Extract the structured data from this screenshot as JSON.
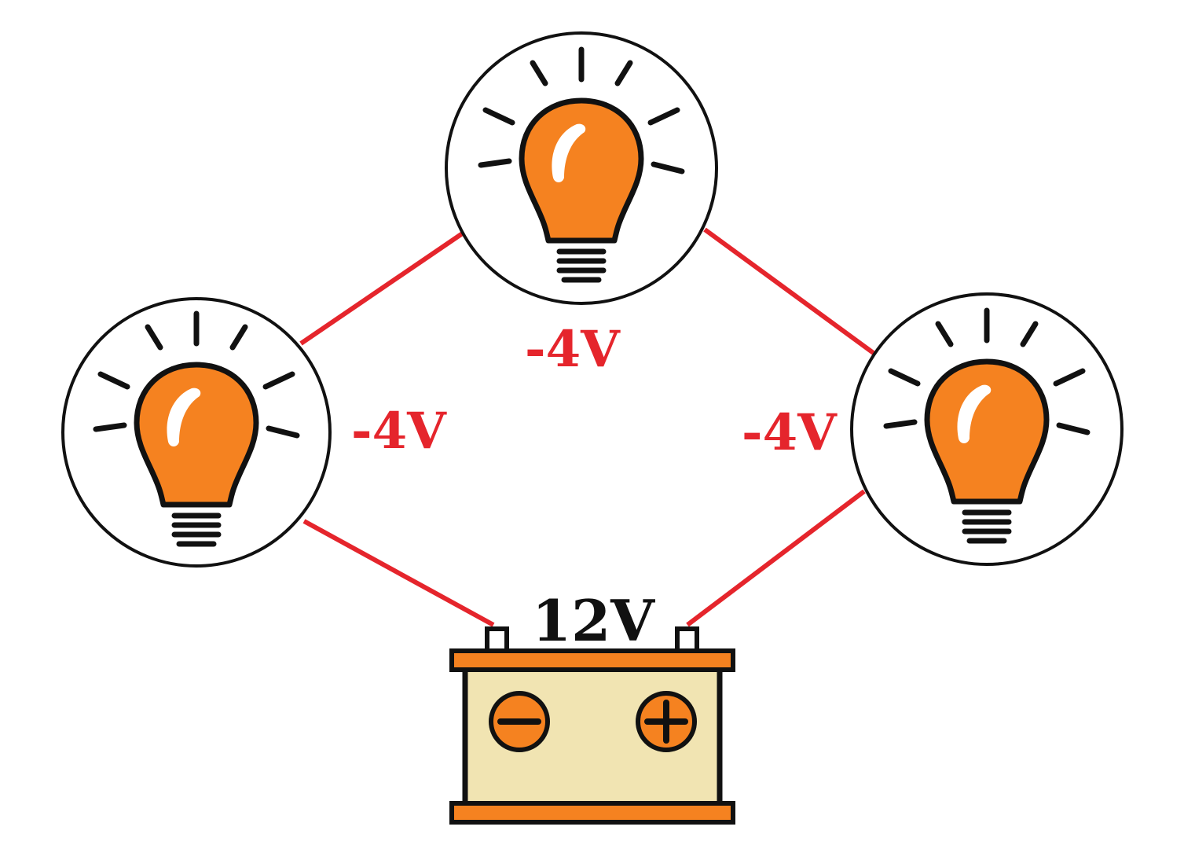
{
  "colors": {
    "wire": "#e5252c",
    "bulb": "#f58220",
    "battery_body": "#f1e4b2",
    "battery_accent": "#f58220",
    "outline": "#111111",
    "voltage_text": "#e5252c",
    "battery_text": "#111111"
  },
  "bulbs": [
    {
      "id": "left",
      "voltage": "-4V"
    },
    {
      "id": "top",
      "voltage": "-4V"
    },
    {
      "id": "right",
      "voltage": "-4V"
    }
  ],
  "battery": {
    "voltage": "12V",
    "negative_symbol": "minus-icon",
    "positive_symbol": "plus-icon"
  }
}
